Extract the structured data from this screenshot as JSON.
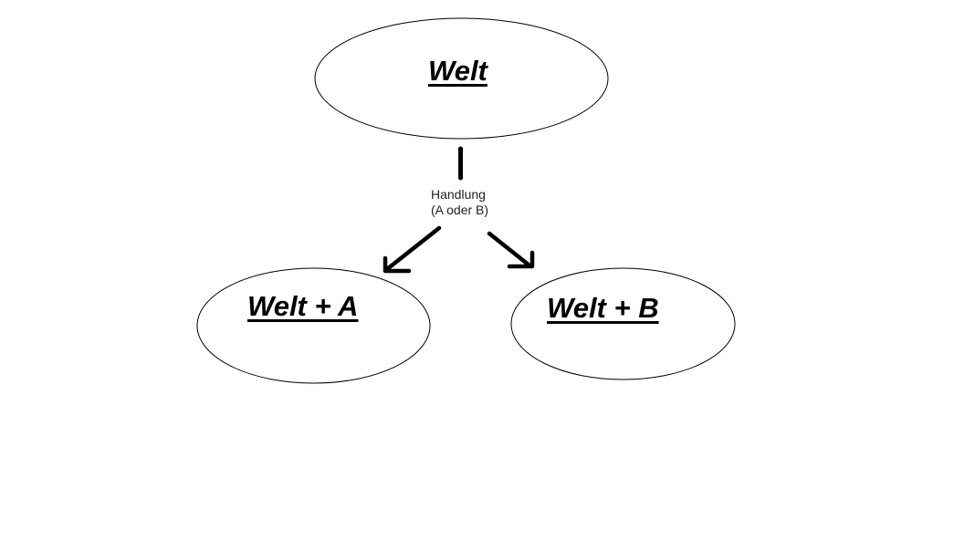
{
  "diagram": {
    "type": "decision-tree",
    "nodes": [
      {
        "id": "root",
        "label": "Welt"
      },
      {
        "id": "a",
        "label": "Welt + A"
      },
      {
        "id": "b",
        "label": "Welt + B"
      }
    ],
    "edge_label": {
      "line1": "Handlung",
      "line2": "(A oder B)"
    },
    "edges": [
      {
        "from": "root",
        "to": "a",
        "via": "Handlung (A oder B)"
      },
      {
        "from": "root",
        "to": "b",
        "via": "Handlung (A oder B)"
      }
    ],
    "colors": {
      "stroke": "#000000",
      "background": "#ffffff"
    }
  }
}
